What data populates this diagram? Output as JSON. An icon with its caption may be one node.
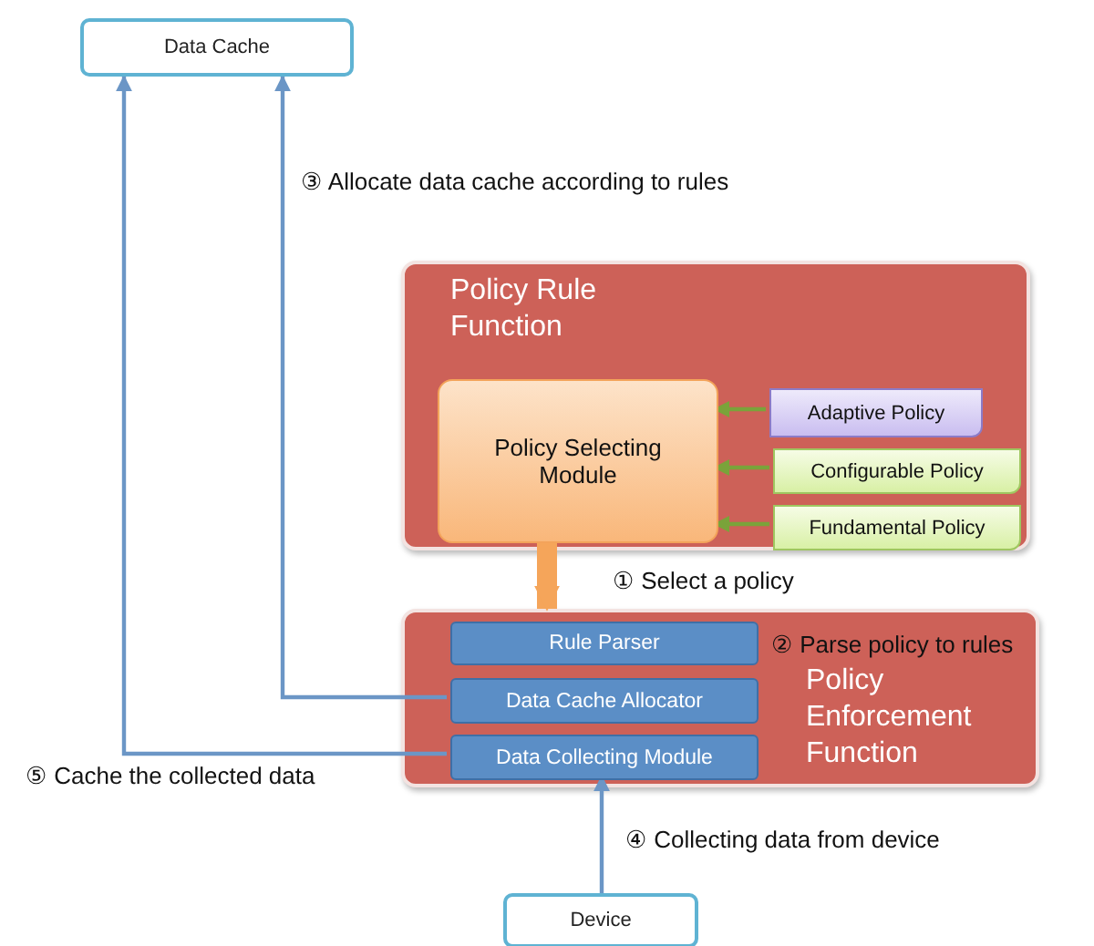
{
  "diagram": {
    "nodes": [
      {
        "text": [
          "Data Cache"
        ]
      },
      {
        "text": [
          "Policy Rule Function"
        ]
      },
      {
        "text": [
          "Policy Selecting Module"
        ],
        "in": 1
      },
      {
        "text": [
          "Adaptive Policy"
        ],
        "in": 1
      },
      {
        "text": [
          "Configurable Policy"
        ],
        "in": 1
      },
      {
        "text": [
          "Fundamental Policy"
        ],
        "in": 1
      },
      {
        "text": [
          "Policy Enforcement Function"
        ]
      },
      {
        "text": [
          "Rule Parser"
        ],
        "in": 6,
        "beside": [
          "② Parse policy to rules"
        ]
      },
      {
        "text": [
          "Data Cache Allocator"
        ],
        "in": 6
      },
      {
        "text": [
          "Data Collecting Module"
        ],
        "in": 6
      },
      {
        "text": [
          "Device"
        ]
      }
    ],
    "edges": [
      {
        "from": 3,
        "to": 2,
        "arrow": "to",
        "color": "#7aa33a"
      },
      {
        "from": 4,
        "to": 2,
        "arrow": "to",
        "color": "#7aa33a"
      },
      {
        "from": 5,
        "to": 2,
        "arrow": "to",
        "color": "#7aa33a"
      },
      {
        "from": 2,
        "to": 6,
        "arrow": "to",
        "label": "① Select a policy",
        "style": "thick",
        "color": "#f5a55a"
      },
      {
        "from": 8,
        "to": 0,
        "arrow": "to",
        "label": "③ Allocate data cache according to rules",
        "color": "#6b96c6"
      },
      {
        "from": 10,
        "to": 9,
        "arrow": "to",
        "label": "④ Collecting data from device",
        "color": "#6b96c6"
      },
      {
        "from": 9,
        "to": 0,
        "arrow": "to",
        "label": "⑤ Cache the collected data",
        "color": "#6b96c6"
      }
    ]
  }
}
